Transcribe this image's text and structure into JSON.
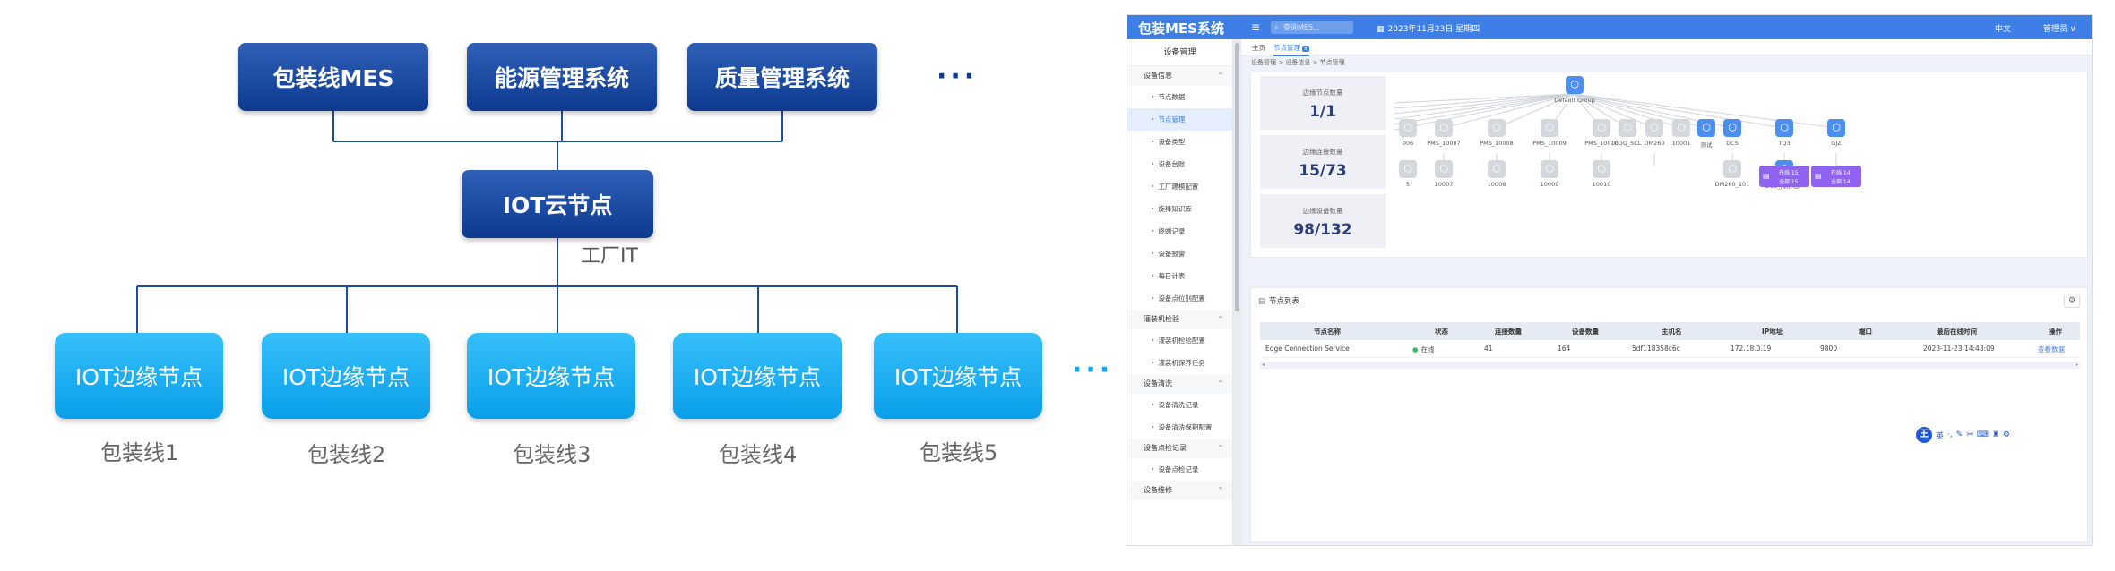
{
  "diagram": {
    "top_systems": [
      "包装线MES",
      "能源管理系统",
      "质量管理系统"
    ],
    "cloud_node": "IOT云节点",
    "factory_label": "工厂IT",
    "edge_nodes": [
      "IOT边缘节点",
      "IOT边缘节点",
      "IOT边缘节点",
      "IOT边缘节点",
      "IOT边缘节点"
    ],
    "line_labels": [
      "包装线1",
      "包装线2",
      "包装线3",
      "包装线4",
      "包装线5"
    ],
    "ellipsis": "···"
  },
  "app": {
    "title": "包装MES系统",
    "menu_icon": "menu-icon",
    "search_placeholder": "查询MES...",
    "date": "2023年11月23日 星期四",
    "language": "中文",
    "user": "管理员 ∨",
    "sidebar": {
      "header": "设备管理",
      "groups": [
        {
          "label": "设备信息",
          "items": [
            "节点数据",
            "节点管理",
            "设备类型",
            "设备台账",
            "工厂建模配置",
            "旋棒知识库",
            "终端记录",
            "设备报警",
            "每日计表",
            "设备点位别配置"
          ]
        },
        {
          "label": "灌装机检验",
          "items": [
            "灌装机检验配置",
            "灌装机保养任务"
          ]
        },
        {
          "label": "设备清洗",
          "items": [
            "设备清洗记录",
            "设备清洗保期配置"
          ]
        },
        {
          "label": "设备点检记录",
          "items": [
            "设备点检记录"
          ]
        },
        {
          "label": "设备维修",
          "items": []
        }
      ],
      "active_item": "节点管理"
    },
    "tabs": [
      {
        "label": "主页"
      },
      {
        "label": "节点管理",
        "badge": "x"
      }
    ],
    "breadcrumb": "设备管理 > 设备信息 > 节点管理",
    "stats": [
      {
        "label": "边缘节点数量",
        "value": "1/1"
      },
      {
        "label": "边缘连接数量",
        "value": "15/73"
      },
      {
        "label": "边缘设备数量",
        "value": "98/132"
      }
    ],
    "topology": {
      "root": "Default Group",
      "level1": [
        "006",
        "PMS_10007",
        "PMS_10008",
        "PMS_10009",
        "PMS_10010",
        "GGQ_SCL",
        "DM260",
        "10001",
        "测试",
        "DCS",
        "TQ3",
        "GJZ"
      ],
      "level2": [
        "5",
        "10007",
        "10008",
        "10009",
        "10010",
        "DM260_101",
        "DCS_漕桥电厂"
      ],
      "pills": [
        {
          "line1": "在线 15",
          "line2": "全部 15"
        },
        {
          "line1": "在线 14",
          "line2": "全部 14"
        }
      ]
    },
    "node_list": {
      "title": "节点列表",
      "columns": [
        "节点名称",
        "状态",
        "连接数量",
        "设备数量",
        "主机名",
        "IP地址",
        "端口",
        "最后在线时间",
        "操作"
      ],
      "rows": [
        {
          "name": "Edge Connection Service",
          "status": "在线",
          "connections": "41",
          "devices": "164",
          "hostname": "5df118358c6c",
          "ip": "172.18.0.19",
          "port": "9800",
          "last_online": "2023-11-23 14:43:09",
          "action": "查看数据"
        }
      ]
    },
    "float_toolbar": {
      "logo": "王",
      "lang": "英"
    }
  }
}
